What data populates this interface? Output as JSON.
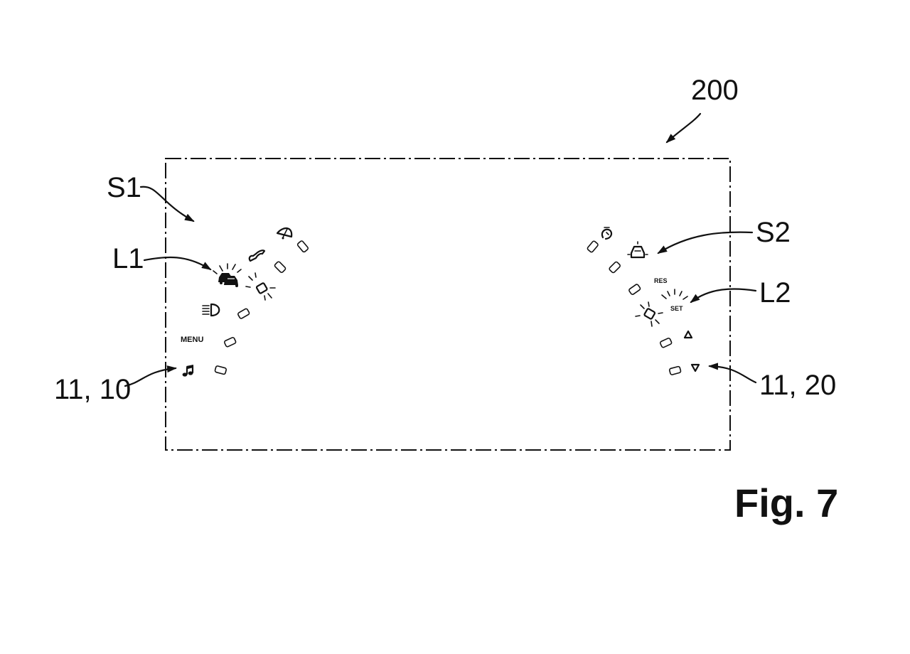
{
  "figure_label": "Fig. 7",
  "refs": {
    "display": "200",
    "s1": "S1",
    "l1": "L1",
    "s2": "S2",
    "l2": "L2",
    "left_group": "11, 10",
    "right_group": "11, 20"
  },
  "left_arc": {
    "menu_label": "MENU",
    "icons": [
      "music-note-icon",
      "menu-label",
      "headlight-icon",
      "car-lamp-icon",
      "traffic-cars-icon",
      "phone-icon",
      "wiper-icon"
    ]
  },
  "right_arc": {
    "res_label": "RES",
    "set_label": "SET",
    "icons": [
      "down-triangle-icon",
      "up-triangle-icon",
      "car-lamp-icon",
      "set-label",
      "res-label",
      "distance-car-icon",
      "speed-limiter-icon"
    ]
  }
}
